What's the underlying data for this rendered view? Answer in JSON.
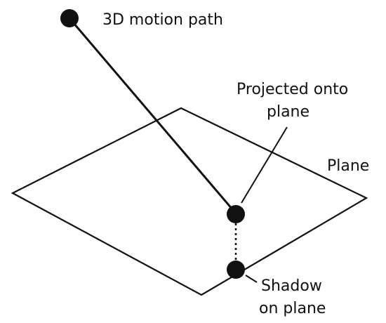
{
  "labels": {
    "motion_path": "3D motion path",
    "projected_line1": "Projected onto",
    "projected_line2": "plane",
    "plane": "Plane",
    "shadow_line1": "Shadow",
    "shadow_line2": "on plane"
  },
  "colors": {
    "ink": "#111111",
    "background": "#ffffff"
  }
}
